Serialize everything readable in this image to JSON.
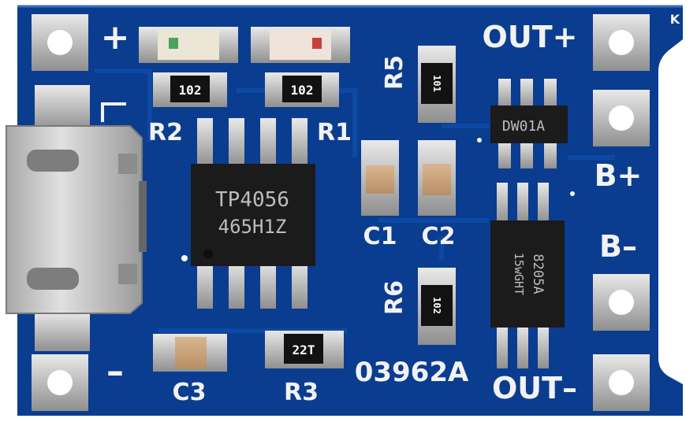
{
  "board": {
    "pcb_color": "#0a3d8f",
    "silkscreen_color": "#f2f2f2",
    "board_code": "03962A"
  },
  "silkscreen": {
    "plus": "+",
    "minus": "–",
    "out_plus": "OUT+",
    "out_minus": "OUT–",
    "b_plus": "B+",
    "b_minus": "B–",
    "r1": "R1",
    "r2": "R2",
    "r3": "R3",
    "r5": "R5",
    "r6": "R6",
    "c1": "C1",
    "c2": "C2",
    "c3": "C3",
    "corner_mark": "K"
  },
  "chips": {
    "charger_line1": "TP4056",
    "charger_line2": "465H1Z",
    "protection": "DW01A",
    "mosfet_line1": "8205A",
    "mosfet_line2": "15wGHT"
  },
  "resistor_codes": {
    "r1": "102",
    "r2": "102",
    "r3": "22T",
    "r5": "101",
    "r6": "102"
  }
}
